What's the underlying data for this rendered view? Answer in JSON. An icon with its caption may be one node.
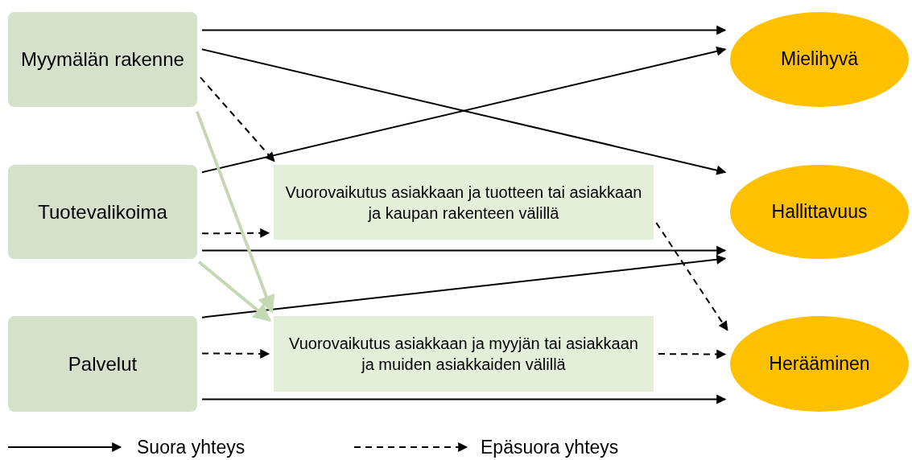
{
  "diagram": {
    "nodes": [
      {
        "text": [
          "Myymälän rakenne"
        ]
      },
      {
        "text": [
          "Tuotevalikoima"
        ]
      },
      {
        "text": [
          "Palvelut"
        ]
      },
      {
        "text": [
          "Vuorovaikutus asiakkaan ja tuotteen tai asiakkaan ja kaupan rakenteen välillä"
        ]
      },
      {
        "text": [
          "Vuorovaikutus asiakkaan ja myyjän tai asiakkaan ja muiden asiakkaiden välillä"
        ]
      },
      {
        "text": [
          "Mielihyvä"
        ]
      },
      {
        "text": [
          "Hallittavuus"
        ]
      },
      {
        "text": [
          "Herääminen"
        ]
      }
    ],
    "edges": [
      {
        "from": 0,
        "to": 5,
        "arrow": "to"
      },
      {
        "from": 0,
        "to": 6,
        "arrow": "to"
      },
      {
        "from": 0,
        "to": 3,
        "arrow": "to",
        "style": "dashed"
      },
      {
        "from": 1,
        "to": 5,
        "arrow": "to"
      },
      {
        "from": 1,
        "to": 3,
        "arrow": "to",
        "style": "dashed"
      },
      {
        "from": 1,
        "to": 6,
        "arrow": "to"
      },
      {
        "from": 2,
        "to": 6,
        "arrow": "to"
      },
      {
        "from": 2,
        "to": 4,
        "arrow": "to",
        "style": "dashed"
      },
      {
        "from": 2,
        "to": 7,
        "arrow": "to"
      },
      {
        "from": 3,
        "to": 7,
        "arrow": "to",
        "style": "dashed"
      },
      {
        "from": 4,
        "to": 7,
        "arrow": "to",
        "style": "dashed"
      },
      {
        "from": 0,
        "to": 4,
        "arrow": "to",
        "style": "thick",
        "color": "#c5d8b4"
      },
      {
        "from": 1,
        "to": 4,
        "arrow": "to",
        "style": "thick",
        "color": "#c5d8b4"
      }
    ],
    "legend": [
      {
        "text": "Suora yhteys"
      },
      {
        "text": "Epäsuora yhteys"
      }
    ]
  }
}
